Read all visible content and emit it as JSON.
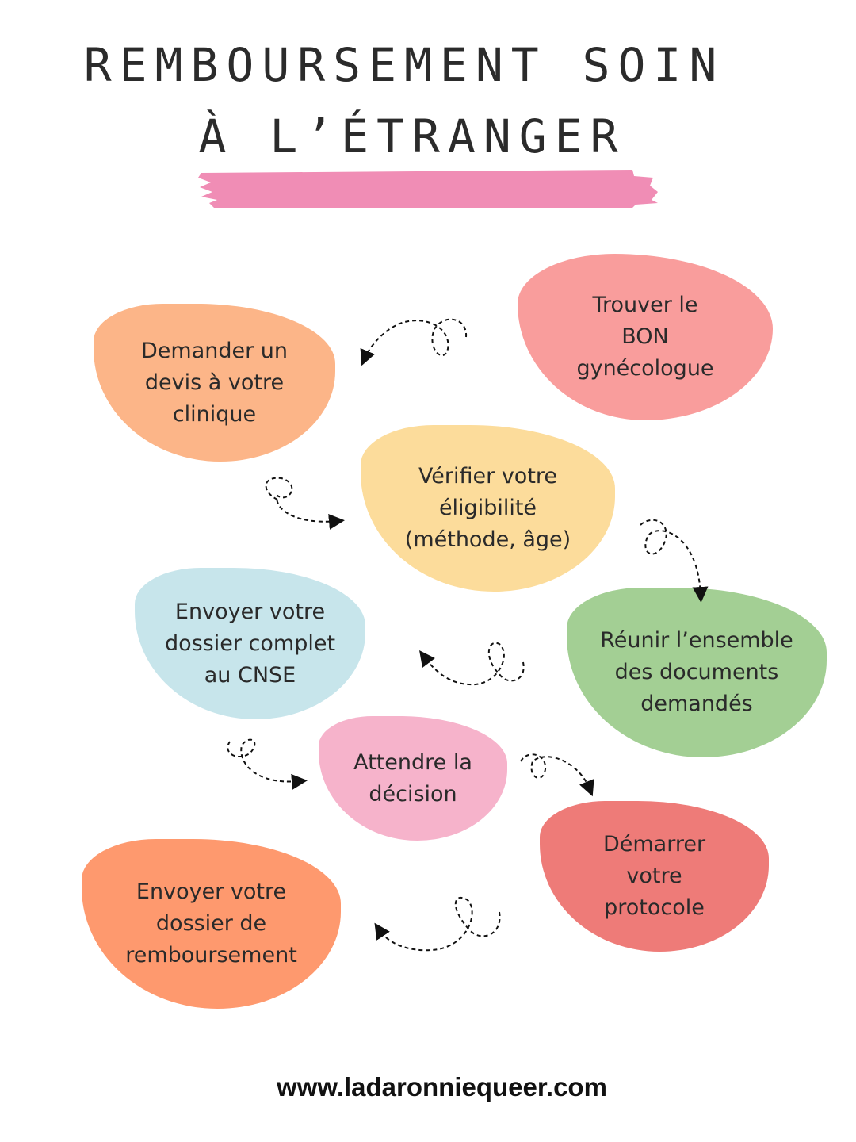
{
  "title": {
    "line1": "REMBOURSEMENT SOIN",
    "line2": "À L’ÉTRANGER"
  },
  "steps": [
    {
      "text": "Trouver le BON gynécologue",
      "lines": [
        "Trouver le",
        "BON",
        "gynécologue"
      ],
      "color": "#F99D9C"
    },
    {
      "text": "Demander un devis à votre clinique",
      "lines": [
        "Demander un",
        "devis à votre",
        "clinique"
      ],
      "color": "#FCB588"
    },
    {
      "text": "Vérifier votre éligibilité (méthode, âge)",
      "lines": [
        "Vérifier votre",
        "éligibilité",
        "(méthode, âge)"
      ],
      "color": "#FCDC9B"
    },
    {
      "text": "Réunir l’ensemble des documents demandés",
      "lines": [
        "Réunir l’ensemble",
        "des documents",
        "demandés"
      ],
      "color": "#A3CF94"
    },
    {
      "text": "Envoyer votre dossier complet au CNSE",
      "lines": [
        "Envoyer votre",
        "dossier complet",
        "au CNSE"
      ],
      "color": "#C7E5EB"
    },
    {
      "text": "Attendre la décision",
      "lines": [
        "Attendre la",
        "décision"
      ],
      "color": "#F6B3CB"
    },
    {
      "text": "Démarrer votre protocole",
      "lines": [
        "Démarrer",
        "votre",
        "protocole"
      ],
      "color": "#EE7B78"
    },
    {
      "text": "Envoyer votre dossier de remboursement",
      "lines": [
        "Envoyer votre",
        "dossier de",
        "remboursement"
      ],
      "color": "#FE996E"
    }
  ],
  "accent": "#F08DB5",
  "footer": "www.ladaronniequeer.com"
}
